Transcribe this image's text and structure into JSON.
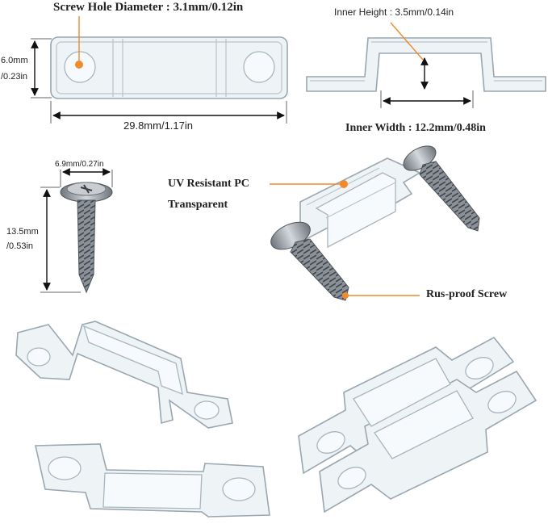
{
  "labels": {
    "screw_hole": "Screw Hole Diameter : 3.1mm/0.12in",
    "height_mm": "6.0mm",
    "height_in": "/0.23in",
    "length": "29.8mm/1.17in",
    "inner_height": "Inner Height : 3.5mm/0.14in",
    "inner_width": "Inner Width : 12.2mm/0.48in",
    "screw_head": "6.9mm/0.27in",
    "screw_len_mm": "13.5mm",
    "screw_len_in": "/0.53in",
    "material_1": "UV Resistant PC",
    "material_2": "Transparent",
    "screw_type": "Rus-proof Screw"
  },
  "colors": {
    "accent": "#f08a2a",
    "plastic_edge": "#9aa7b0",
    "metal": "#9aa0a6"
  }
}
